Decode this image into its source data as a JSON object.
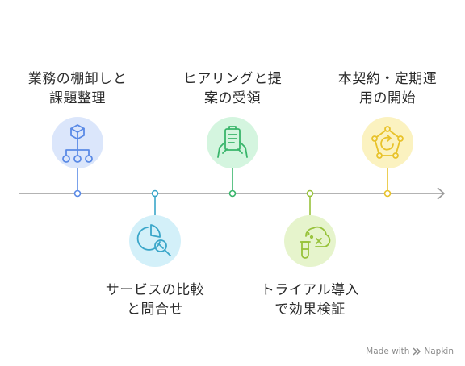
{
  "steps": [
    {
      "lines": [
        "業務の棚卸しと",
        "課題整理"
      ],
      "icon": "hierarchy-icon",
      "color": "#5a8ae6",
      "fill": "#dbe6fb"
    },
    {
      "lines": [
        "サービスの比較",
        "と問合せ"
      ],
      "icon": "pie-chart-magnifier-icon",
      "color": "#3aa6c9",
      "fill": "#d3f0f9"
    },
    {
      "lines": [
        "ヒアリングと提",
        "案の受領"
      ],
      "icon": "hand-holding-clipboard-icon",
      "color": "#38b56a",
      "fill": "#d4f5df"
    },
    {
      "lines": [
        "トライアル導入",
        "で効果検証"
      ],
      "icon": "test-tube-flask-icon",
      "color": "#97c23a",
      "fill": "#e6f4cc"
    },
    {
      "lines": [
        "本契約・定期運",
        "用の開始"
      ],
      "icon": "cycle-pentagon-icon",
      "color": "#e8c22a",
      "fill": "#fbf2c0"
    }
  ],
  "watermark": {
    "prefix": "Made with",
    "brand": "Napkin"
  }
}
